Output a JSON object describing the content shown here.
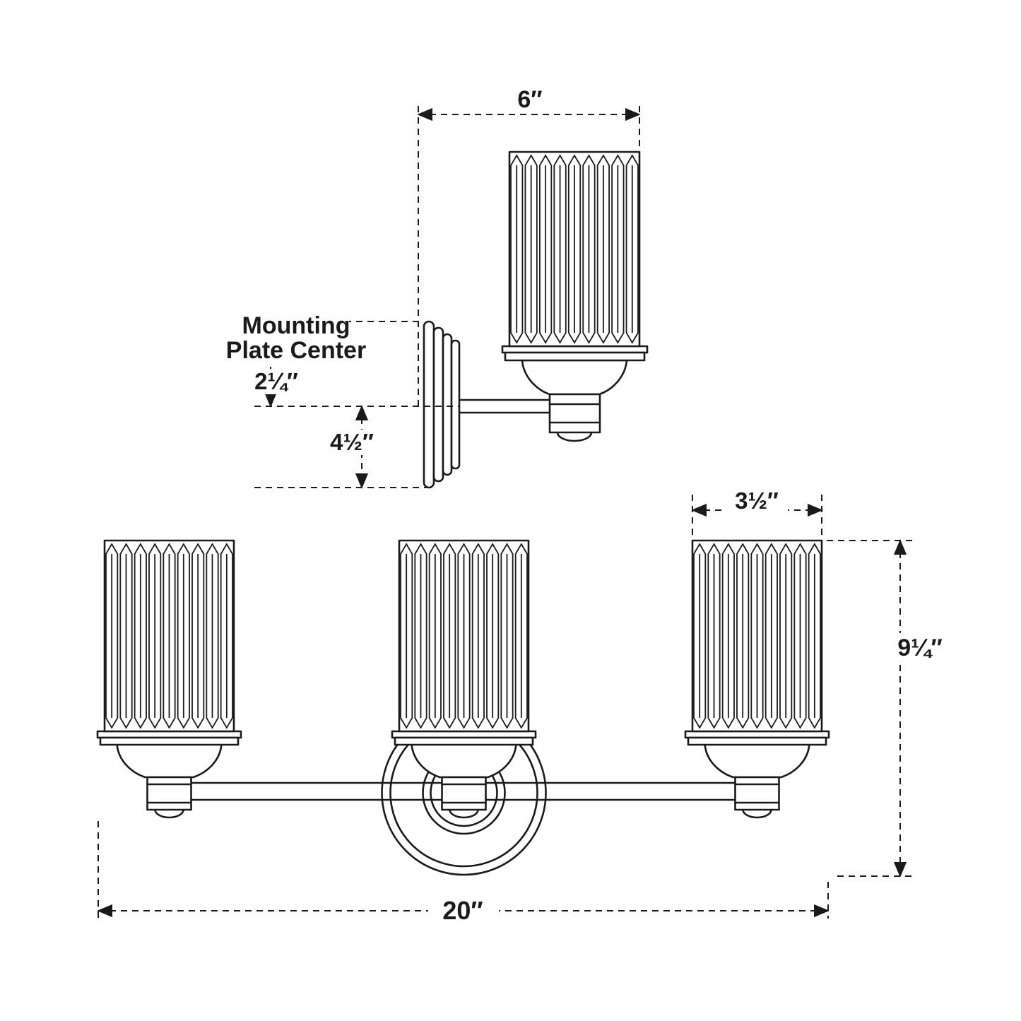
{
  "diagram": {
    "title_hint": "three-light bath sconce dimension drawing",
    "labels": {
      "mounting_line1": "Mounting",
      "mounting_line2": "Plate Center",
      "dim_top_width": "6″",
      "dim_plate_center": "2¼″",
      "dim_plate_height": "4½″",
      "dim_shade_width": "3½″",
      "dim_fixture_height": "9¼″",
      "dim_fixture_width": "20″"
    }
  }
}
